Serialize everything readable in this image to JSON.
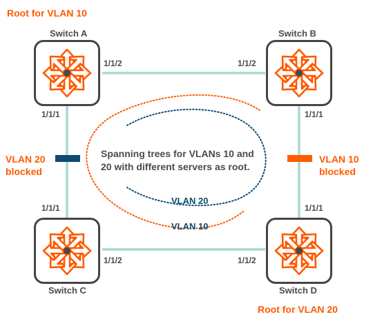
{
  "roots": {
    "vlan10": "Root for VLAN 10",
    "vlan20": "Root for VLAN 20"
  },
  "switches": {
    "a": "Switch A",
    "b": "Switch B",
    "c": "Switch C",
    "d": "Switch D"
  },
  "ports": {
    "a_right": "1/1/2",
    "a_down": "1/1/1",
    "b_left": "1/1/2",
    "b_down": "1/1/1",
    "c_up": "1/1/1",
    "c_right": "1/1/2",
    "d_left": "1/1/2",
    "d_up": "1/1/1"
  },
  "blocked": {
    "vlan20_line1": "VLAN 20",
    "vlan20_line2": "blocked",
    "vlan10_line1": "VLAN 10",
    "vlan10_line2": "blocked"
  },
  "center": {
    "line1": "Spanning trees for VLANs 10 and",
    "line2": "20 with different servers as root."
  },
  "curves": {
    "vlan20": "VLAN 20",
    "vlan10": "VLAN 10"
  },
  "colors": {
    "accent": "#ff5a00",
    "vlan20": "#0c4a73",
    "link": "#a8d9d3",
    "label": "#4a4a4a",
    "switch_border": "#444444"
  },
  "icons": [
    "switch-arrows-icon"
  ]
}
